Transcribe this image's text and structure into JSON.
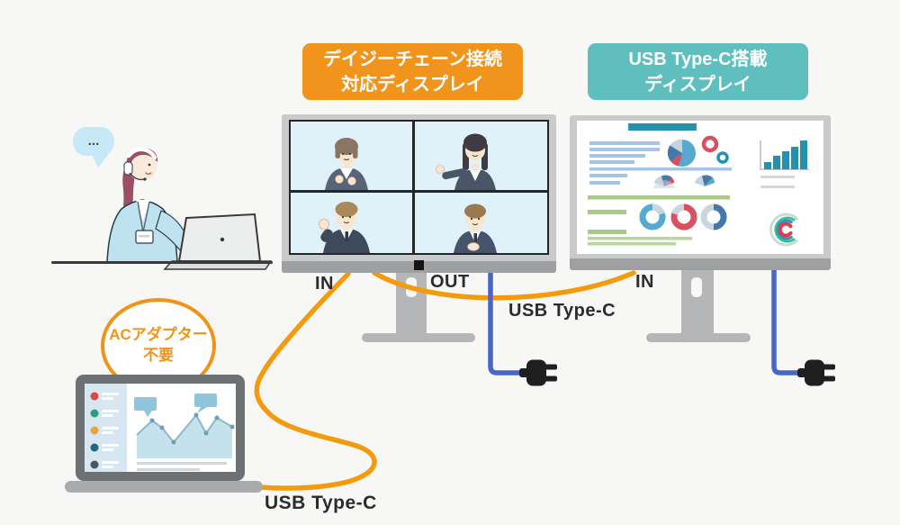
{
  "labels": {
    "daisy_chain": {
      "line1": "デイジーチェーン接続",
      "line2": "対応ディスプレイ",
      "bg": "#f0941c"
    },
    "usbc_display": {
      "line1": "USB Type-C搭載",
      "line2": "ディスプレイ",
      "bg": "#5fbfbf"
    },
    "ac_adapter": {
      "line1": "ACアダプター",
      "line2": "不要",
      "color": "#ef9418"
    }
  },
  "ports": {
    "in1": "IN",
    "out": "OUT",
    "in2": "IN"
  },
  "cable_labels": {
    "mid": "USB Type-C",
    "bottom": "USB Type-C"
  },
  "colors": {
    "usb_cable": "#f49b0d",
    "power_cable": "#4767c8",
    "plug": "#1f1f1f",
    "accent_orange": "#f0941c",
    "accent_teal": "#5fbfbf"
  },
  "illustration": {
    "speech_bubble_dots": "..."
  }
}
